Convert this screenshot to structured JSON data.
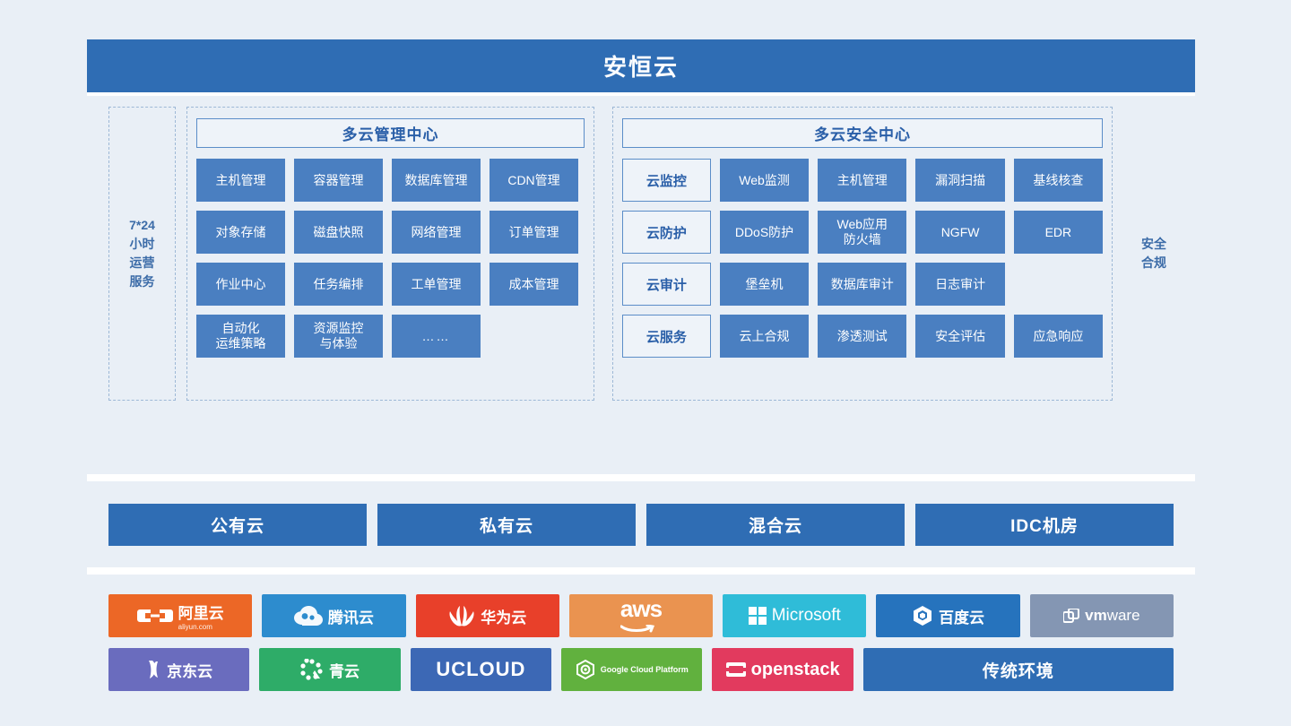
{
  "header": {
    "title": "安恒云"
  },
  "left_column": {
    "lines": [
      "7*24",
      "小时",
      "运营",
      "服务"
    ]
  },
  "right_column": {
    "lines": [
      "安全",
      "合规"
    ]
  },
  "management_center": {
    "title": "多云管理中心",
    "rows": [
      [
        "主机管理",
        "容器管理",
        "数据库管理",
        "CDN管理"
      ],
      [
        "对象存储",
        "磁盘快照",
        "网络管理",
        "订单管理"
      ],
      [
        "作业中心",
        "任务编排",
        "工单管理",
        "成本管理"
      ],
      [
        "自动化\n运维策略",
        "资源监控\n与体验",
        "……",
        ""
      ]
    ]
  },
  "security_center": {
    "title": "多云安全中心",
    "rows": [
      {
        "label": "云监控",
        "items": [
          "Web监测",
          "主机管理",
          "漏洞扫描",
          "基线核查"
        ]
      },
      {
        "label": "云防护",
        "items": [
          "DDoS防护",
          "Web应用\n防火墙",
          "NGFW",
          "EDR"
        ]
      },
      {
        "label": "云审计",
        "items": [
          "堡垒机",
          "数据库审计",
          "日志审计",
          ""
        ]
      },
      {
        "label": "云服务",
        "items": [
          "云上合规",
          "渗透测试",
          "安全评估",
          "应急响应"
        ]
      }
    ]
  },
  "cloud_types": [
    "公有云",
    "私有云",
    "混合云",
    "IDC机房"
  ],
  "vendors": {
    "row1": [
      {
        "name": "阿里云",
        "sub": "aliyun.com",
        "icon": "aliyun-icon",
        "bg": "#ec6726"
      },
      {
        "name": "腾讯云",
        "sub": "",
        "icon": "tencent-cloud-icon",
        "bg": "#2d8cce"
      },
      {
        "name": "华为云",
        "sub": "",
        "icon": "huawei-icon",
        "bg": "#e8402a"
      },
      {
        "name": "aws",
        "sub": "",
        "icon": "aws-icon",
        "bg": "#ea9350"
      },
      {
        "name": "Microsoft",
        "sub": "",
        "icon": "microsoft-icon",
        "bg": "#2fbcd8"
      },
      {
        "name": "百度云",
        "sub": "",
        "icon": "baidu-cloud-icon",
        "bg": "#2673bd"
      },
      {
        "name": "vmware",
        "sub": "",
        "icon": "vmware-icon",
        "bg": "#8496b3"
      }
    ],
    "row2": [
      {
        "name": "京东云",
        "sub": "",
        "icon": "jdcloud-icon",
        "bg": "#6a6cbe"
      },
      {
        "name": "青云",
        "sub": "",
        "icon": "qingcloud-icon",
        "bg": "#2eac68"
      },
      {
        "name": "UCLOUD",
        "sub": "",
        "icon": "ucloud-icon",
        "bg": "#3c68b5"
      },
      {
        "name": "Google Cloud Platform",
        "sub": "",
        "icon": "google-cloud-icon",
        "bg": "#61b13e"
      },
      {
        "name": "openstack",
        "sub": "",
        "icon": "openstack-icon",
        "bg": "#e23a5e"
      },
      {
        "name": "传统环境",
        "sub": "",
        "icon": "",
        "bg": "#2f6db4"
      }
    ]
  },
  "colors": {
    "page_bg": "#e9eff6",
    "panel_bg": "#e9eff6",
    "sheet_bg": "#ffffff",
    "brand_blue": "#2f6db4",
    "tile_blue": "#4a7fc1",
    "accent_text": "#2a5fa8",
    "dashed_border": "#9db8d6"
  }
}
